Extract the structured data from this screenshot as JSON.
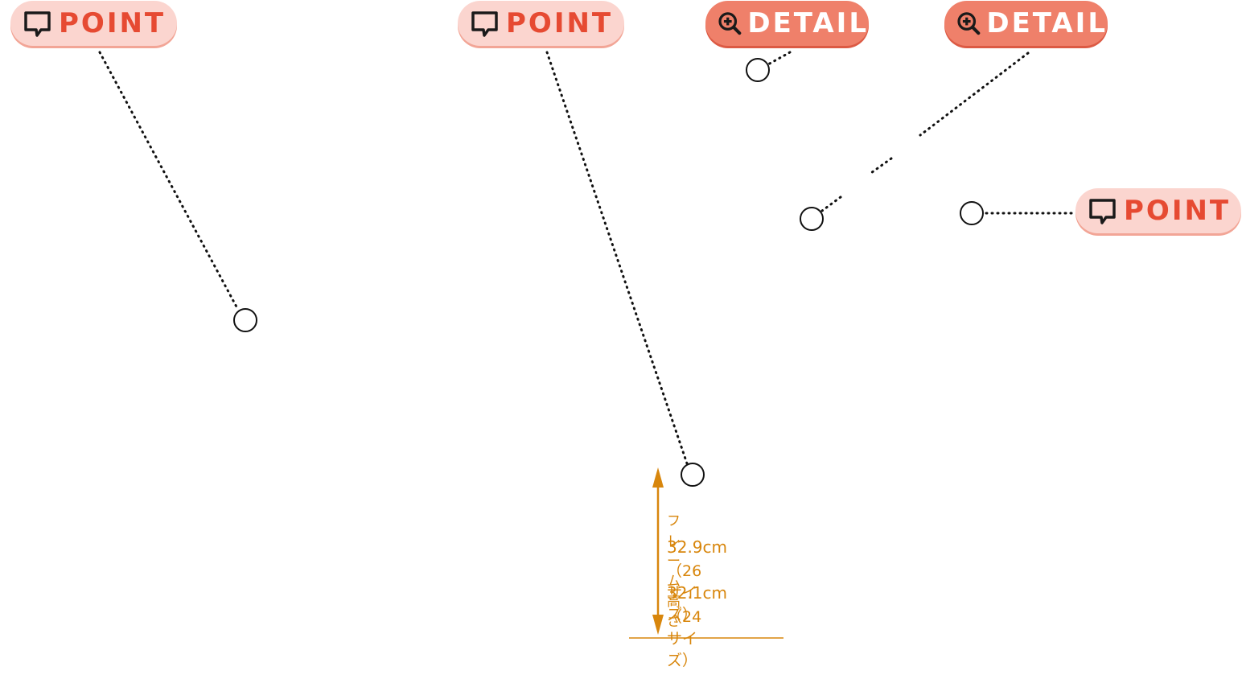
{
  "badges": {
    "point_1": "POINT",
    "point_2": "POINT",
    "point_3": "POINT",
    "detail_1": "DETAIL",
    "detail_2": "DETAIL"
  },
  "icons": {
    "point": "speech-bubble-icon",
    "detail": "zoom-in-icon"
  },
  "measurement": {
    "title": "フレーム高さ",
    "size_26_value": "32.9cm",
    "size_26_note": "（26サイズ）",
    "size_24_value": "32.1cm",
    "size_24_note": "（24サイズ）"
  },
  "colors": {
    "point_bg": "#fbd5cf",
    "point_text": "#e64a32",
    "detail_bg": "#ef806a",
    "detail_text": "#ffffff",
    "measure": "#d8860c",
    "line": "#111111"
  }
}
